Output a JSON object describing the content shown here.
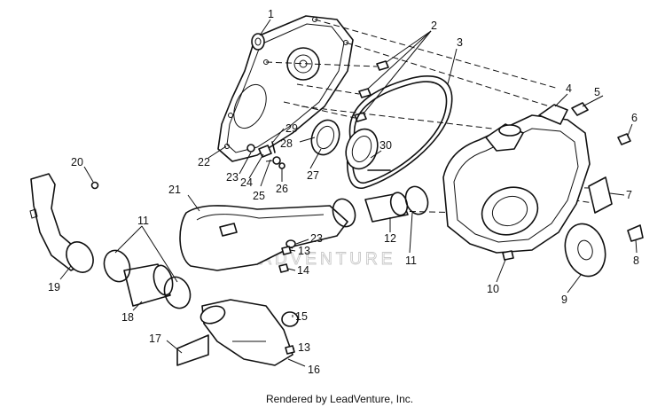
{
  "diagram": {
    "credit": "Rendered by LeadVenture, Inc.",
    "watermark": "LEADVENTURE",
    "callouts": {
      "c1": "1",
      "c2": "2",
      "c3": "3",
      "c4": "4",
      "c5": "5",
      "c6": "6",
      "c7": "7",
      "c8": "8",
      "c9": "9",
      "c10": "10",
      "c11a": "11",
      "c11b": "11",
      "c12": "12",
      "c13a": "13",
      "c13b": "13",
      "c14": "14",
      "c15": "15",
      "c16": "16",
      "c17": "17",
      "c18": "18",
      "c19": "19",
      "c20": "20",
      "c21": "21",
      "c22": "22",
      "c23a": "23",
      "c23b": "23",
      "c24": "24",
      "c25": "25",
      "c26": "26",
      "c27": "27",
      "c28": "28",
      "c29": "29",
      "c30": "30"
    }
  }
}
